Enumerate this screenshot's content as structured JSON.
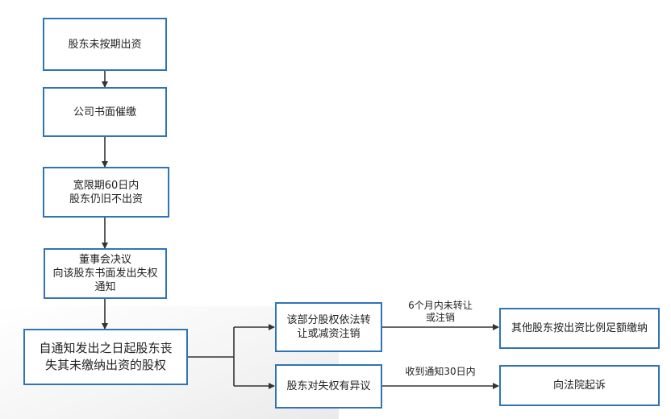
{
  "nodes": {
    "n1": "股东未按期出资",
    "n2": "公司书面催缴",
    "n3": "宽限期60日内\n股东仍旧不出资",
    "n4": "董事会决议\n向该股东书面发出失权\n通知",
    "n5": "自通知发出之日起股东丧\n失其未缴纳出资的股权",
    "n6": "该部分股权依法转\n让或减资注销",
    "n7": "股东对失权有异议",
    "n8": "其他股东按出资比例足额缴纳",
    "n9": "向法院起诉"
  },
  "edge_labels": {
    "to_n8": "6个月内未转让\n或注销",
    "to_n9": "收到通知30日内"
  },
  "colors": {
    "box_border": "#2f74b5",
    "connector": "#333333"
  }
}
